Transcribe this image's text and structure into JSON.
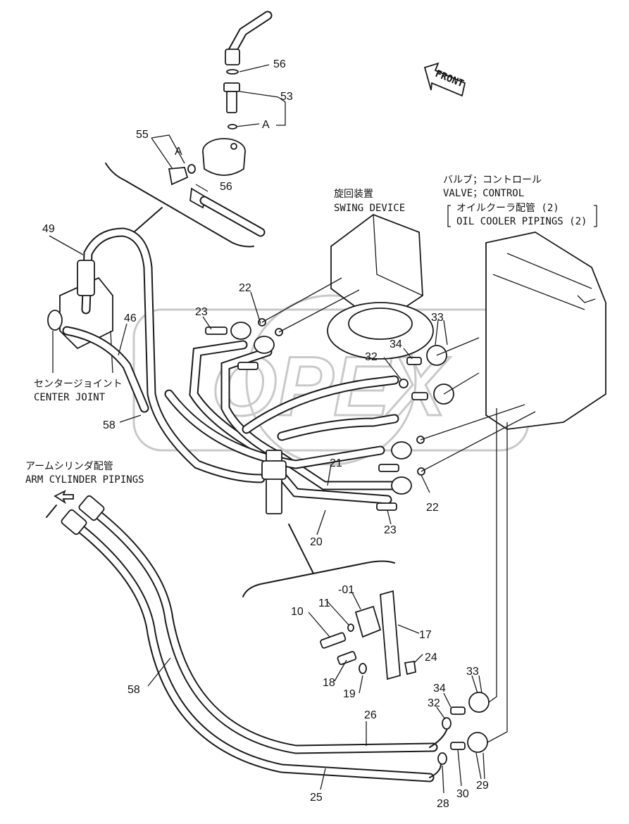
{
  "labels": {
    "front": "FRONT",
    "swing_jp": "旋回装置",
    "swing_en": "SWING DEVICE",
    "valve_jp": "バルブ；コントロール",
    "valve_en": "VALVE；CONTROL",
    "oil_jp": "オイルクーラ配管 (2)",
    "oil_en": "OIL COOLER PIPINGS (2)",
    "center_jp": "センタージョイント",
    "center_en": "CENTER JOINT",
    "arm_jp": "アームシリンダ配管",
    "arm_en": "ARM CYLINDER PIPINGS",
    "watermark": "OPEX",
    "ref_a1": "A",
    "ref_a2": "A"
  },
  "callouts": {
    "c56a": "56",
    "c53": "53",
    "c55": "55",
    "c56b": "56",
    "c49": "49",
    "c22a": "22",
    "c23a": "23",
    "c46": "46",
    "c32a": "32",
    "c34a": "34",
    "c33a": "33",
    "c58a": "58",
    "c21": "21",
    "c20": "20",
    "c22b": "22",
    "c23b": "23",
    "c01": "-01",
    "c11": "11",
    "c10": "10",
    "c17": "17",
    "c24": "24",
    "c18": "18",
    "c19": "19",
    "c58b": "58",
    "c33b": "33",
    "c34b": "34",
    "c32b": "32",
    "c26": "26",
    "c25": "25",
    "c28": "28",
    "c30": "30",
    "c29": "29"
  }
}
